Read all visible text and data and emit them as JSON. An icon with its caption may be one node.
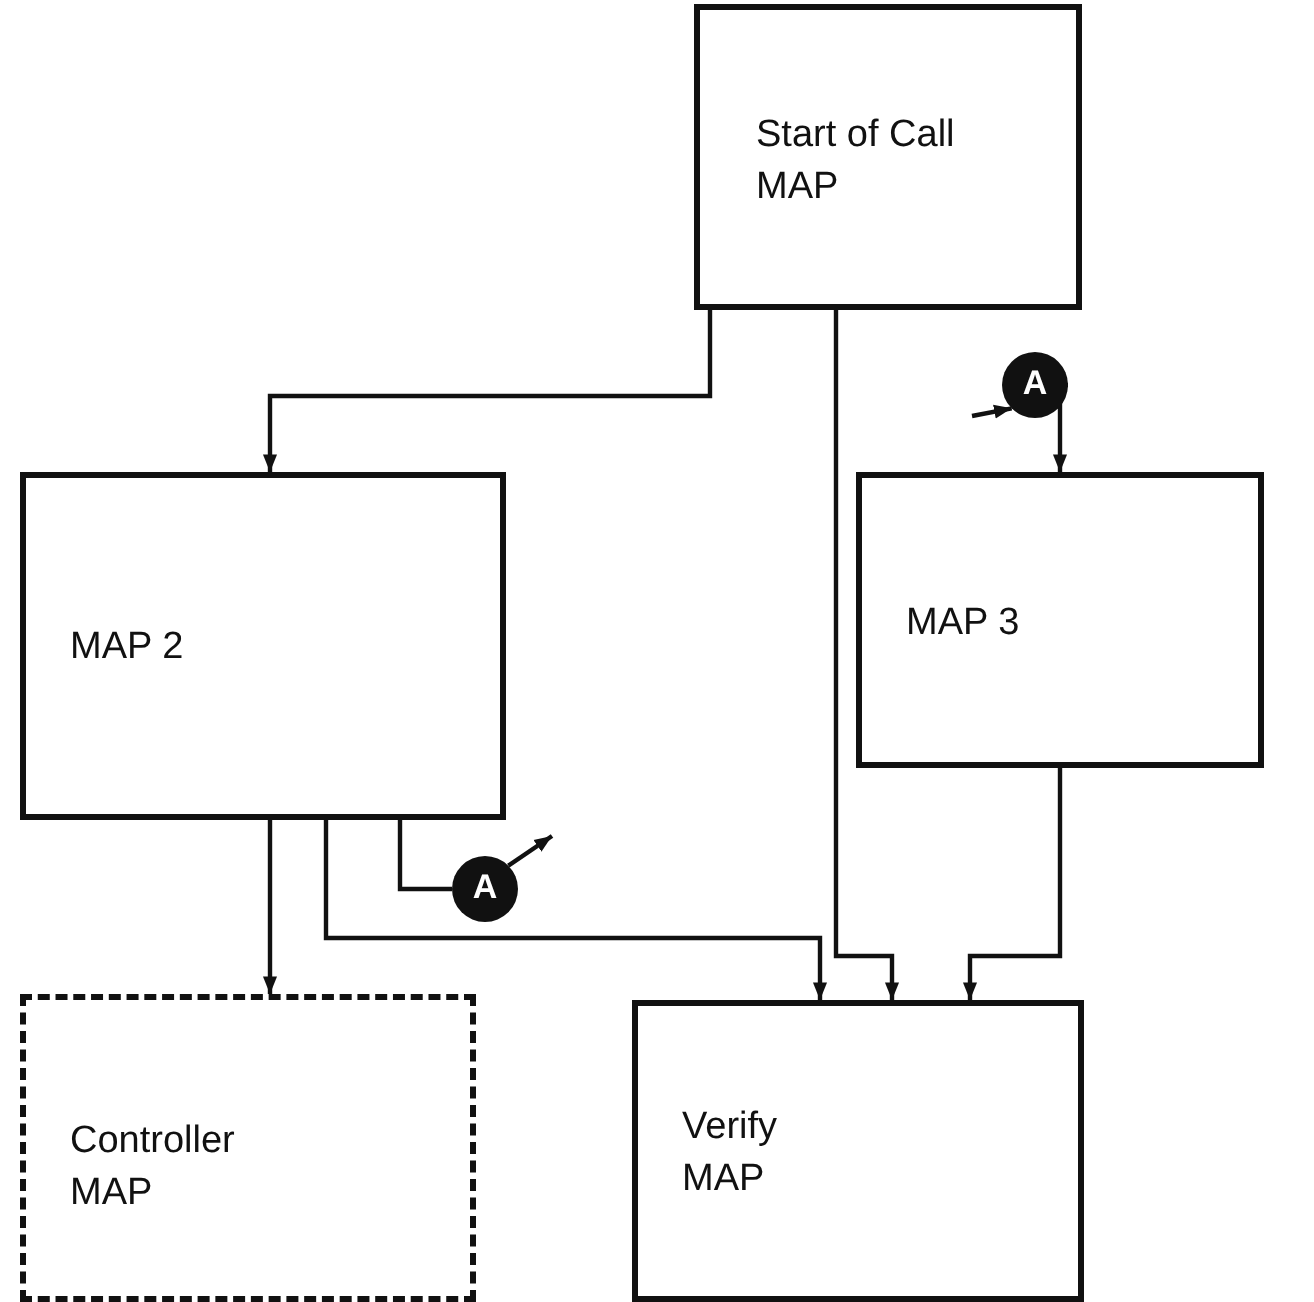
{
  "diagram": {
    "nodes": [
      {
        "text": [
          "Start of Call MAP"
        ]
      },
      {
        "text": [
          "MAP 2"
        ]
      },
      {
        "text": [
          "MAP 3"
        ]
      },
      {
        "text": [
          "Controller MAP"
        ]
      },
      {
        "text": [
          "Verify MAP"
        ]
      },
      {
        "text": [
          "A"
        ]
      },
      {
        "text": [
          "A"
        ]
      }
    ],
    "edges": [
      {
        "from": 0,
        "to": 1,
        "arrow": "to"
      },
      {
        "from": 0,
        "to": 4,
        "arrow": "to"
      },
      {
        "from": 1,
        "to": 3,
        "arrow": "to"
      },
      {
        "from": 1,
        "to": 4,
        "arrow": "to"
      },
      {
        "from": 1,
        "to": 5,
        "arrow": "none"
      },
      {
        "from": 5,
        "to": null,
        "arrow": "to"
      },
      {
        "from": 2,
        "to": 4,
        "arrow": "to"
      },
      {
        "from": null,
        "to": 6,
        "arrow": "to"
      },
      {
        "from": 6,
        "to": 2,
        "arrow": "to"
      }
    ]
  }
}
